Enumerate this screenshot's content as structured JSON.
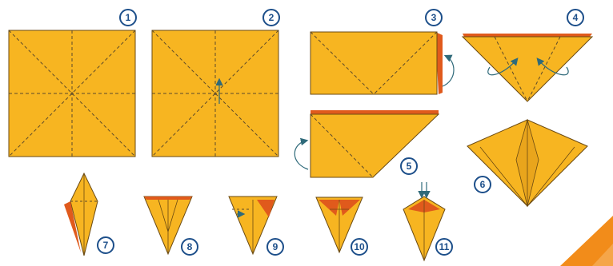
{
  "steps": [
    {
      "number": "1"
    },
    {
      "number": "2"
    },
    {
      "number": "3"
    },
    {
      "number": "4"
    },
    {
      "number": "5"
    },
    {
      "number": "6"
    },
    {
      "number": "7"
    },
    {
      "number": "8"
    },
    {
      "number": "9"
    },
    {
      "number": "10"
    },
    {
      "number": "11"
    }
  ],
  "colors": {
    "paper": "#f7b521",
    "paper_back": "#e05a1c",
    "outline": "#6b4a12",
    "fold_line": "#5d4a2a",
    "arrow": "#2f6a7a",
    "step_badge": "#1d4f8a",
    "corner_accent": "#f28c1a"
  },
  "icons": [
    "fold-arrow-icon",
    "step-number-badge"
  ]
}
